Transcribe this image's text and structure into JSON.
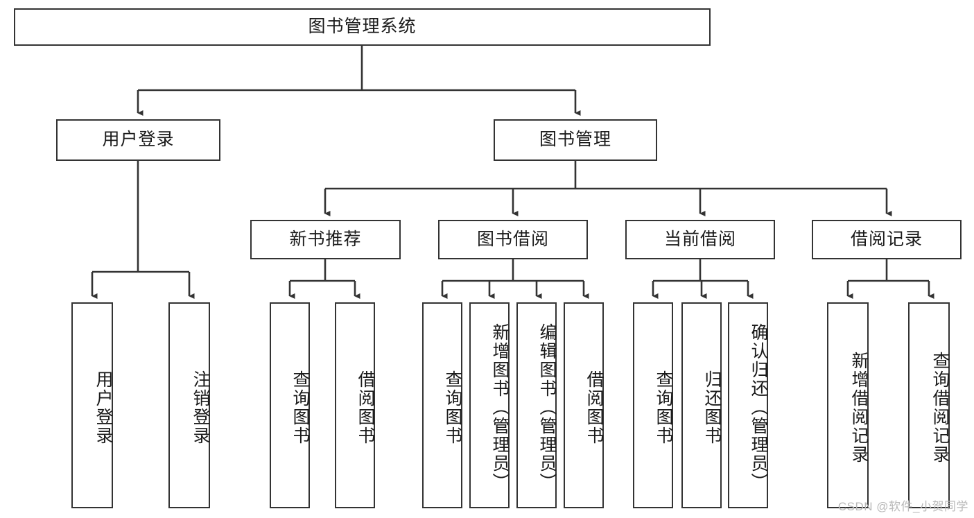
{
  "diagram": {
    "title": "图书管理系统",
    "type": "tree-hierarchy-chart",
    "watermark": "CSDN @软件_小贺同学",
    "colors": {
      "box_border": "#333333",
      "box_fill": "#ffffff",
      "edge": "#333333",
      "text": "#1a1a1a",
      "watermark": "#b9b9b9",
      "background": "#ffffff"
    },
    "root": {
      "label": "图书管理系统"
    },
    "level2": [
      {
        "label": "用户登录"
      },
      {
        "label": "图书管理"
      }
    ],
    "level3": [
      {
        "label": "新书推荐"
      },
      {
        "label": "图书借阅"
      },
      {
        "label": "当前借阅"
      },
      {
        "label": "借阅记录"
      }
    ],
    "leaves": {
      "user_login": [
        {
          "label": "用户登录"
        },
        {
          "label": "注销登录"
        }
      ],
      "new_book": [
        {
          "label": "查询图书"
        },
        {
          "label": "借阅图书"
        }
      ],
      "book_borrow": [
        {
          "label": "查询图书"
        },
        {
          "label": "新增图书（管理员）"
        },
        {
          "label": "编辑图书（管理员）"
        },
        {
          "label": "借阅图书"
        }
      ],
      "current_borrow": [
        {
          "label": "查询图书"
        },
        {
          "label": "归还图书"
        },
        {
          "label": "确认归还（管理员）"
        }
      ],
      "borrow_record": [
        {
          "label": "新增借阅记录"
        },
        {
          "label": "查询借阅记录"
        }
      ]
    }
  }
}
